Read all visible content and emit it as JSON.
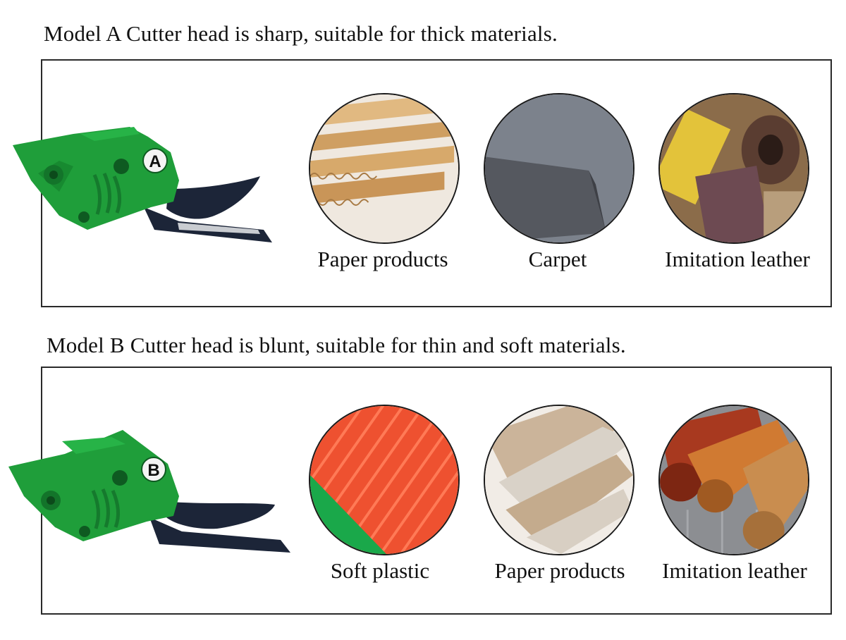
{
  "model_a": {
    "title": "Model A Cutter head is sharp, suitable for thick materials.",
    "badge": "A",
    "materials": [
      {
        "label": "Paper products"
      },
      {
        "label": "Carpet"
      },
      {
        "label": "Imitation leather"
      }
    ]
  },
  "model_b": {
    "title": "Model B Cutter head is blunt, suitable for thin and soft materials.",
    "badge": "B",
    "materials": [
      {
        "label": "Soft plastic"
      },
      {
        "label": "Paper products"
      },
      {
        "label": "Imitation leather"
      }
    ]
  },
  "colors": {
    "cutter_green": "#1f9e3a",
    "blade_navy": "#1c2538",
    "border": "#2a2a2a"
  }
}
